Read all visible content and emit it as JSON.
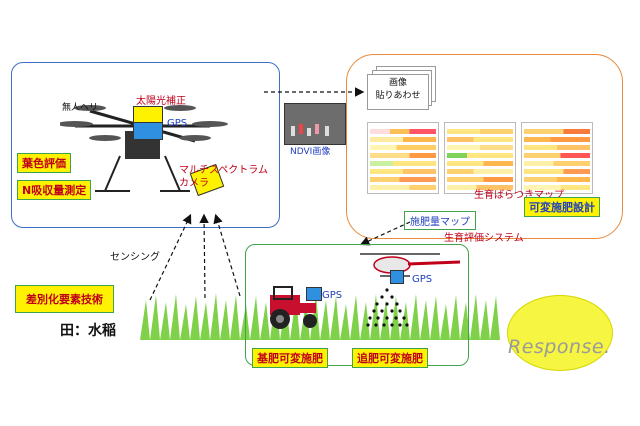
{
  "drone_box": {
    "unmanned_heli": "無人ヘリ",
    "solar_correction": "太陽光補正",
    "gps": "GPS",
    "multispectral_camera_line1": "マルチスペクトラム",
    "multispectral_camera_line2": "カメラ",
    "leaf_color_eval": "葉色評価",
    "n_absorption": "N吸収量測定"
  },
  "growth_box": {
    "image_stitch_line1": "画像",
    "image_stitch_line2": "貼りあわせ",
    "ndvi_image": "NDVI画像",
    "growth_variation_map": "生育ばらつきマップ",
    "fertilizer_map": "施肥量マップ",
    "variable_fertilization_design": "可変施肥設計",
    "growth_eval_system": "生育評価システム"
  },
  "left": {
    "sensing": "センシング",
    "differentiation_tech": "差別化要素技術",
    "field_rice": "田：水稲"
  },
  "field_box": {
    "gps_tractor": "GPS",
    "gps_heli": "GPS",
    "base_fertilizer": "基肥可変施肥",
    "top_dressing": "追肥可変施肥"
  },
  "watermark": "Response.",
  "colors": {
    "drone_border": "#3b6fc4",
    "growth_border": "#e88a3c",
    "field_border": "#3fa34d",
    "label_yellow": "#fff200",
    "text_red": "#c0001a",
    "text_blue": "#1f3fbf"
  }
}
